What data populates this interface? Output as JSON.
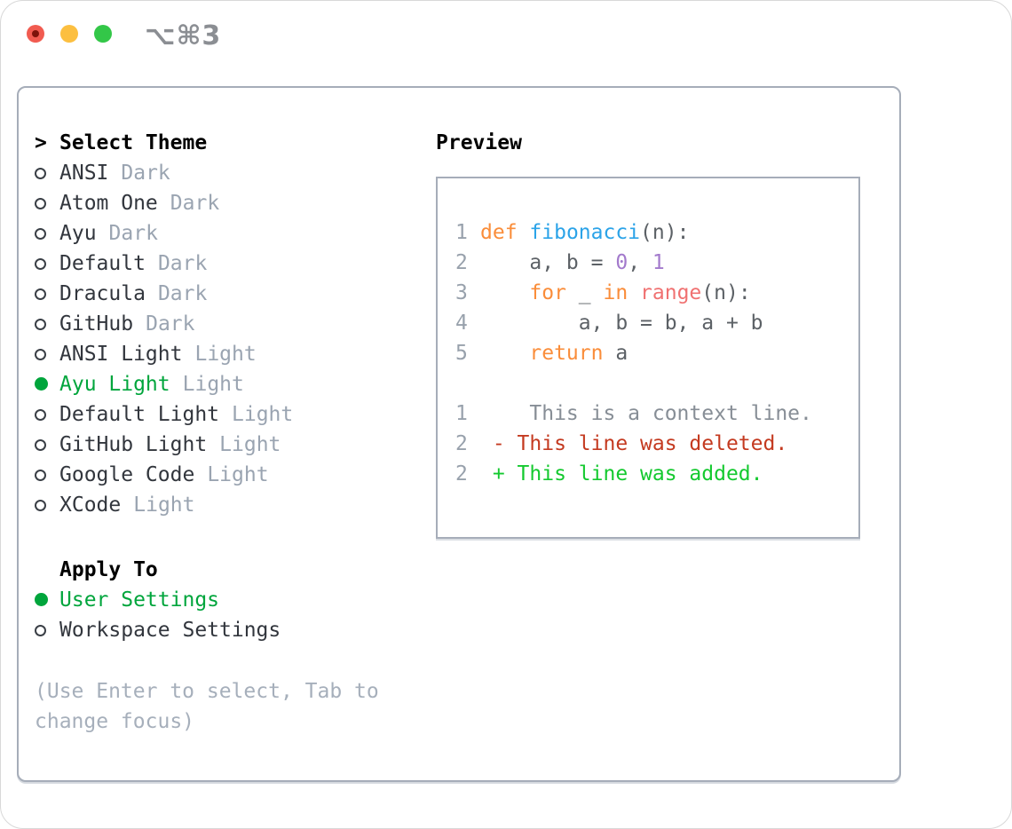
{
  "window": {
    "title": "⌥⌘3"
  },
  "traffic_lights": {
    "close": "#f15b50",
    "minimize": "#fcbf40",
    "zoom": "#33c748"
  },
  "theme_panel": {
    "header": {
      "prompt": ">",
      "label": "Select Theme"
    },
    "themes": [
      {
        "name": "ANSI",
        "variant": "Dark",
        "selected": false
      },
      {
        "name": "Atom One",
        "variant": "Dark",
        "selected": false
      },
      {
        "name": "Ayu",
        "variant": "Dark",
        "selected": false
      },
      {
        "name": "Default",
        "variant": "Dark",
        "selected": false
      },
      {
        "name": "Dracula",
        "variant": "Dark",
        "selected": false
      },
      {
        "name": "GitHub",
        "variant": "Dark",
        "selected": false
      },
      {
        "name": "ANSI Light",
        "variant": "Light",
        "selected": false
      },
      {
        "name": "Ayu Light",
        "variant": "Light",
        "selected": true
      },
      {
        "name": "Default Light",
        "variant": "Light",
        "selected": false
      },
      {
        "name": "GitHub Light",
        "variant": "Light",
        "selected": false
      },
      {
        "name": "Google Code",
        "variant": "Light",
        "selected": false
      },
      {
        "name": "XCode",
        "variant": "Light",
        "selected": false
      }
    ],
    "apply_to": {
      "label": "Apply To",
      "options": [
        {
          "label": "User Settings",
          "selected": true
        },
        {
          "label": "Workspace Settings",
          "selected": false
        }
      ]
    },
    "help_lines": [
      "(Use Enter to select, Tab to",
      "change focus)"
    ]
  },
  "preview": {
    "label": "Preview",
    "code_lines": [
      {
        "num": "1",
        "segments": [
          {
            "t": "def",
            "c": "kw"
          },
          {
            "t": " ",
            "c": "pln"
          },
          {
            "t": "fibonacci",
            "c": "fn"
          },
          {
            "t": "(n):",
            "c": "pln"
          }
        ]
      },
      {
        "num": "2",
        "segments": [
          {
            "t": "    a, b = ",
            "c": "pln"
          },
          {
            "t": "0",
            "c": "numc"
          },
          {
            "t": ", ",
            "c": "pln"
          },
          {
            "t": "1",
            "c": "numc"
          }
        ]
      },
      {
        "num": "3",
        "segments": [
          {
            "t": "    ",
            "c": "pln"
          },
          {
            "t": "for",
            "c": "kw"
          },
          {
            "t": " _ ",
            "c": "pln"
          },
          {
            "t": "in",
            "c": "kw"
          },
          {
            "t": " ",
            "c": "pln"
          },
          {
            "t": "range",
            "c": "call"
          },
          {
            "t": "(n):",
            "c": "pln"
          }
        ]
      },
      {
        "num": "4",
        "segments": [
          {
            "t": "        a, b = b, a + b",
            "c": "pln"
          }
        ]
      },
      {
        "num": "5",
        "segments": [
          {
            "t": "    ",
            "c": "pln"
          },
          {
            "t": "return",
            "c": "kw"
          },
          {
            "t": " a",
            "c": "pln"
          }
        ]
      },
      {
        "num": "",
        "segments": []
      },
      {
        "num": "1",
        "segments": [
          {
            "t": "    This is a context line.",
            "c": "ctx"
          }
        ]
      },
      {
        "num": "2",
        "segments": [
          {
            "t": " - This line was deleted.",
            "c": "del"
          }
        ]
      },
      {
        "num": "2",
        "segments": [
          {
            "t": " + This line was added.",
            "c": "add"
          }
        ]
      }
    ]
  },
  "colors": {
    "selected_green": "#00a53c",
    "added_green": "#14c92f",
    "deleted_red": "#c43a20",
    "keyword_orange": "#fa8d3a",
    "function_blue": "#2ba3e8",
    "call_coral": "#f07171",
    "number_purple": "#a37acc",
    "plain_code": "#5c6166",
    "border_gray": "#a6adb9"
  }
}
